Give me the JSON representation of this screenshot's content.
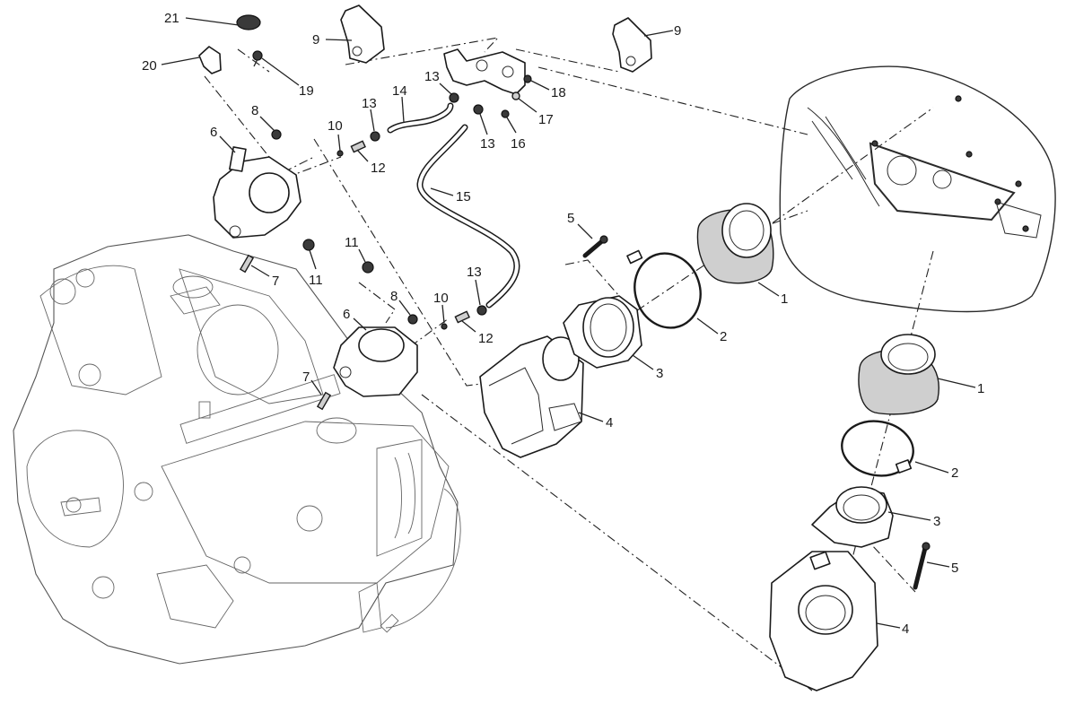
{
  "diagram": {
    "title": "Throttle body exploded view",
    "callouts": [
      {
        "id": "c21",
        "label": "21",
        "part": "rubber-cap"
      },
      {
        "id": "c20",
        "label": "20",
        "part": "bracket"
      },
      {
        "id": "c19",
        "label": "19",
        "part": "screw"
      },
      {
        "id": "c9a",
        "label": "9",
        "part": "sensor-left"
      },
      {
        "id": "c9b",
        "label": "9",
        "part": "sensor-right"
      },
      {
        "id": "c8a",
        "label": "8",
        "part": "screw-upper"
      },
      {
        "id": "c6a",
        "label": "6",
        "part": "intake-manifold-upper"
      },
      {
        "id": "c10a",
        "label": "10",
        "part": "washer-upper"
      },
      {
        "id": "c13a",
        "label": "13",
        "part": "clamp-a"
      },
      {
        "id": "c14",
        "label": "14",
        "part": "hose-short"
      },
      {
        "id": "c13b",
        "label": "13",
        "part": "clamp-b"
      },
      {
        "id": "c12a",
        "label": "12",
        "part": "fitting-upper"
      },
      {
        "id": "c13c",
        "label": "13",
        "part": "clamp-c"
      },
      {
        "id": "c18",
        "label": "18",
        "part": "nut"
      },
      {
        "id": "c17",
        "label": "17",
        "part": "sensor-bracket"
      },
      {
        "id": "c16",
        "label": "16",
        "part": "screw-bracket"
      },
      {
        "id": "c15",
        "label": "15",
        "part": "hose-long"
      },
      {
        "id": "c7a",
        "label": "7",
        "part": "stud-upper"
      },
      {
        "id": "c11a",
        "label": "11",
        "part": "nut-upper"
      },
      {
        "id": "c11b",
        "label": "11",
        "part": "nut-lower"
      },
      {
        "id": "c8b",
        "label": "8",
        "part": "screw-lower"
      },
      {
        "id": "c6b",
        "label": "6",
        "part": "intake-manifold-lower"
      },
      {
        "id": "c7b",
        "label": "7",
        "part": "stud-lower"
      },
      {
        "id": "c13d",
        "label": "13",
        "part": "clamp-d"
      },
      {
        "id": "c10b",
        "label": "10",
        "part": "washer-lower"
      },
      {
        "id": "c12b",
        "label": "12",
        "part": "fitting-lower"
      },
      {
        "id": "c5a",
        "label": "5",
        "part": "bolt-upper"
      },
      {
        "id": "c1a",
        "label": "1",
        "part": "intake-sleeve-upper"
      },
      {
        "id": "c2a",
        "label": "2",
        "part": "hose-clamp-upper"
      },
      {
        "id": "c3a",
        "label": "3",
        "part": "adapter-upper"
      },
      {
        "id": "c4a",
        "label": "4",
        "part": "throttle-body-upper"
      },
      {
        "id": "c1b",
        "label": "1",
        "part": "intake-sleeve-lower"
      },
      {
        "id": "c2b",
        "label": "2",
        "part": "hose-clamp-lower"
      },
      {
        "id": "c3b",
        "label": "3",
        "part": "adapter-lower"
      },
      {
        "id": "c5b",
        "label": "5",
        "part": "bolt-lower"
      },
      {
        "id": "c4b",
        "label": "4",
        "part": "throttle-body-lower"
      }
    ]
  }
}
